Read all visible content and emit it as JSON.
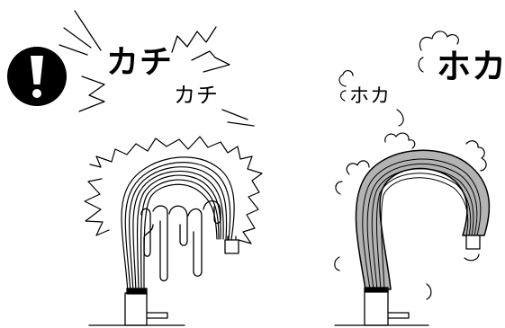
{
  "left_panel": {
    "sound_large": "カチ",
    "sound_small": "カチ",
    "warning_icon": "exclamation-circle-icon"
  },
  "right_panel": {
    "sound_large": "ホカ",
    "sound_small": "ホカ"
  },
  "colors": {
    "ink": "#000000",
    "wire_sheath": "#b3b3b3",
    "background": "#ffffff"
  }
}
